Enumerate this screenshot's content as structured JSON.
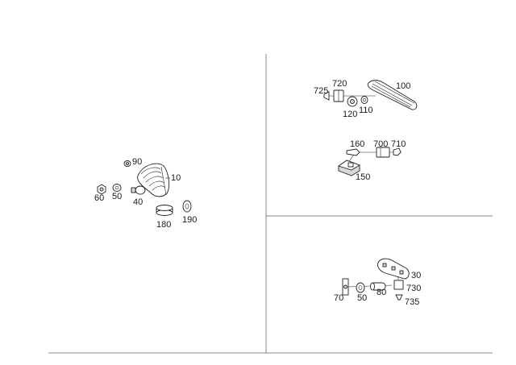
{
  "panels": {
    "left": {
      "labels": {
        "p90": "90",
        "p10": "10",
        "p60": "60",
        "p50": "50",
        "p40": "40",
        "p180": "180",
        "p190": "190"
      }
    },
    "top_right": {
      "labels": {
        "p725": "725",
        "p720": "720",
        "p100": "100",
        "p120": "120",
        "p110": "110",
        "p160": "160",
        "p700": "700",
        "p710": "710",
        "p150": "150"
      }
    },
    "bottom_right": {
      "labels": {
        "p30": "30",
        "p70": "70",
        "p50": "50",
        "p80": "80",
        "p730": "730",
        "p735": "735"
      }
    }
  }
}
